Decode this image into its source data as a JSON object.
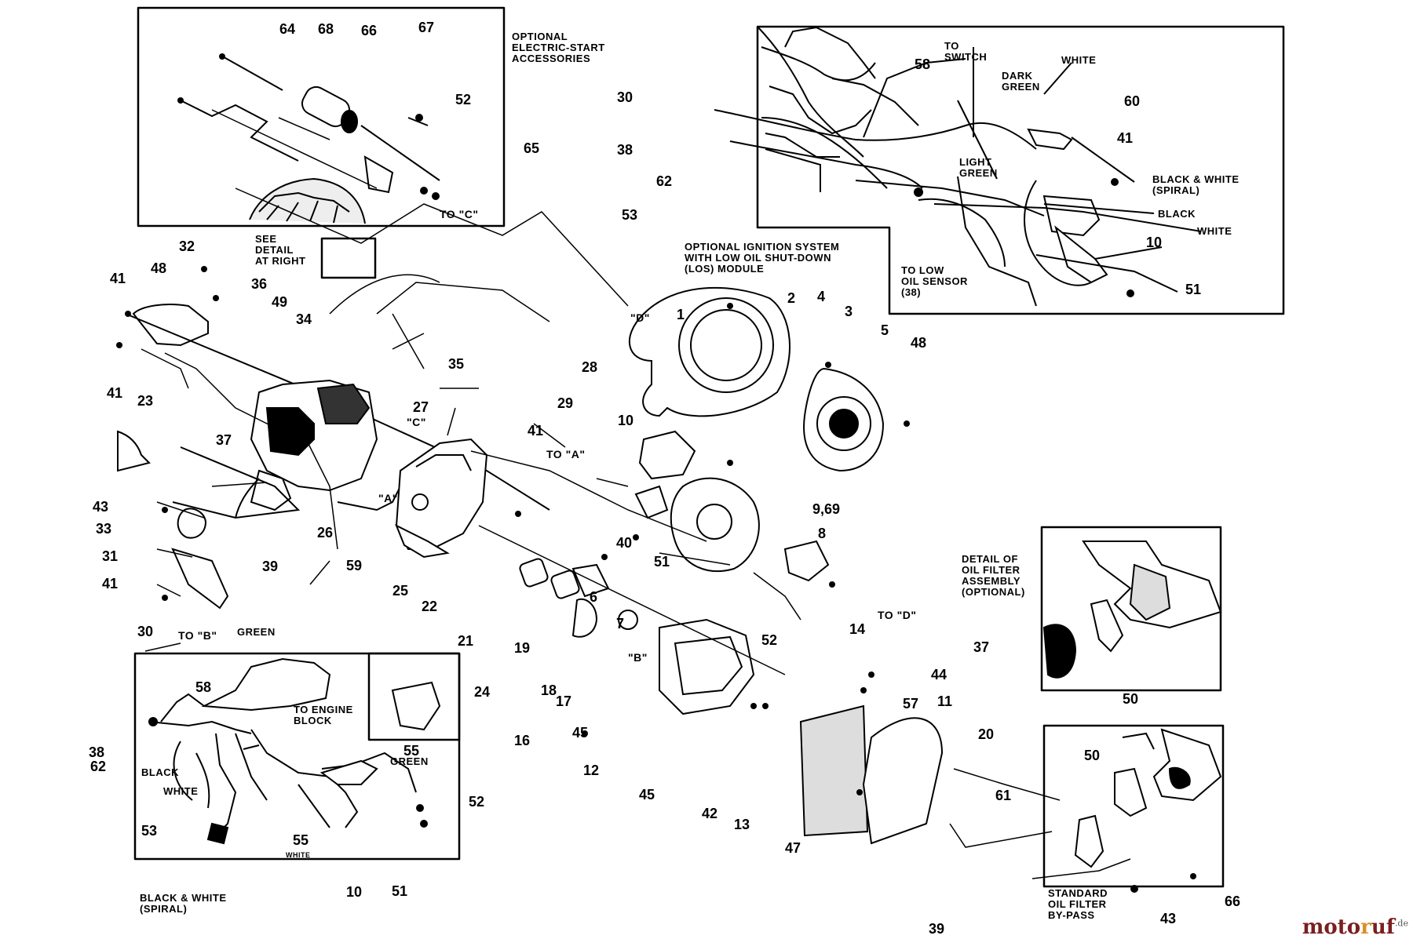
{
  "diagram": {
    "part_numbers": [
      "64",
      "68",
      "66",
      "67",
      "52",
      "65",
      "30",
      "58",
      "38",
      "62",
      "53",
      "60",
      "41",
      "10",
      "51",
      "32",
      "48",
      "41",
      "49",
      "34",
      "36",
      "35",
      "28",
      "29",
      "27",
      "1",
      "2",
      "4",
      "3",
      "5",
      "48",
      "41",
      "23",
      "37",
      "43",
      "33",
      "31",
      "41",
      "26",
      "59",
      "39",
      "25",
      "22",
      "41",
      "10",
      "9,69",
      "51",
      "40",
      "8",
      "6",
      "7",
      "21",
      "19",
      "18",
      "17",
      "16",
      "12",
      "45",
      "45",
      "52",
      "14",
      "44",
      "57",
      "11",
      "20",
      "42",
      "13",
      "47",
      "37",
      "50",
      "50",
      "61",
      "43",
      "66",
      "39",
      "30",
      "58",
      "38",
      "62",
      "53",
      "55",
      "55",
      "10",
      "51",
      "52",
      "24"
    ],
    "ref_letters": [
      "TO \"C\"",
      "\"D\"",
      "\"C\"",
      "TO \"A\"",
      "\"A\"",
      "\"B\"",
      "TO \"B\"",
      "TO \"D\""
    ],
    "captions": {
      "electric_start": "OPTIONAL\nELECTRIC-START\nACCESSORIES",
      "see_detail": "SEE\nDETAIL\nAT RIGHT",
      "los_module": "OPTIONAL IGNITION SYSTEM\nWITH LOW OIL SHUT-DOWN\n(LOS) MODULE",
      "to_switch": "TO\nSWITCH",
      "white_top": "WHITE",
      "dark_green": "DARK\nGREEN",
      "light_green": "LIGHT\nGREEN",
      "black_white_spiral_top": "BLACK & WHITE\n(SPIRAL)",
      "black_top": "BLACK",
      "white_mid": "WHITE",
      "to_low_oil": "TO LOW\nOIL SENSOR\n(38)",
      "detail_oil_filter": "DETAIL OF\nOIL FILTER\nASSEMBLY\n(OPTIONAL)",
      "standard_bypass": "STANDARD\nOIL FILTER\nBY-PASS",
      "green_left": "GREEN",
      "to_engine_block": "TO ENGINE\nBLOCK",
      "green_right": "GREEN",
      "black_left": "BLACK",
      "white_left": "WHITE",
      "white_small": "WHITE",
      "black_white_spiral_bottom": "BLACK & WHITE\n(SPIRAL)"
    },
    "watermark": {
      "prefix": "moto",
      "highlight": "r",
      "suffix": "uf",
      "tld": ".de"
    }
  }
}
